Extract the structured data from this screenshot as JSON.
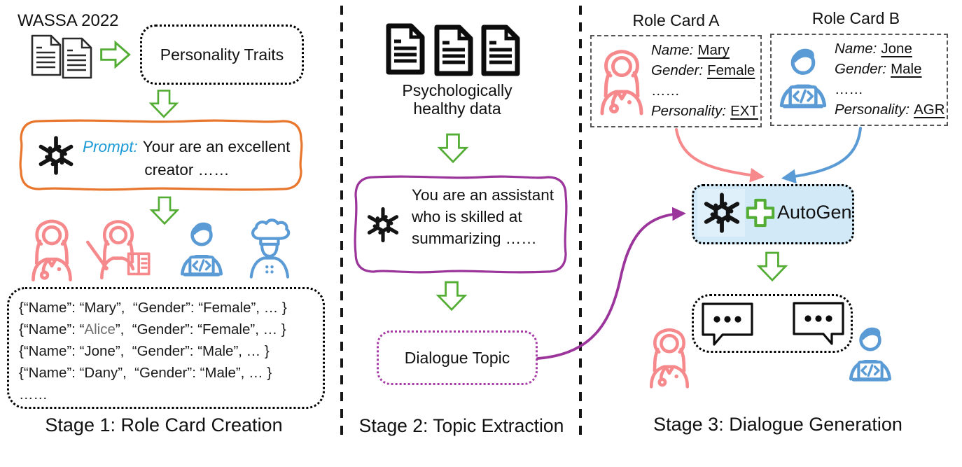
{
  "stage1": {
    "source_label": "WASSA 2022",
    "traits_box_label": "Personality Traits",
    "prompt_prefix": "Prompt:",
    "prompt_line1": "Your are an excellent",
    "prompt_line2": "creator ……",
    "personas": [
      "doctor",
      "teacher",
      "developer",
      "chef"
    ],
    "role_lines": [
      [
        {
          "t": "{“Name”: “Mary”,  “Gender”: “Female”, … }"
        }
      ],
      [
        {
          "t": "{“Name”: “"
        },
        {
          "t": "Alice",
          "muted": true
        },
        {
          "t": "”,  “Gender”: “Female”, … }"
        }
      ],
      [
        {
          "t": "{“Name”: “Jone”,  “Gender”: “Male”, … }"
        }
      ],
      [
        {
          "t": "{“Name”: “Dany”,  “Gender”: “Male”, … }"
        }
      ],
      [
        {
          "t": "……"
        }
      ]
    ],
    "caption": "Stage 1: Role Card Creation"
  },
  "stage2": {
    "data_caption_line1": "Psychologically",
    "data_caption_line2": "healthy data",
    "prompt_lines": [
      "You are an assistant",
      "who is skilled at",
      "summarizing ……"
    ],
    "topic_box_label": "Dialogue Topic",
    "caption": "Stage 2: Topic Extraction"
  },
  "stage3": {
    "card_a_title": "Role Card A",
    "card_b_title": "Role Card B",
    "card_a_fields": [
      {
        "label": "Name:",
        "value": "Mary"
      },
      {
        "label": "Gender:",
        "value": "Female"
      },
      {
        "label": "",
        "value": "……"
      },
      {
        "label": "Personality:",
        "value": "EXT"
      }
    ],
    "card_b_fields": [
      {
        "label": "Name:",
        "value": "Jone"
      },
      {
        "label": "Gender:",
        "value": "Male"
      },
      {
        "label": "",
        "value": "……"
      },
      {
        "label": "Personality:",
        "value": "AGR"
      }
    ],
    "autogen_label": "AutoGen",
    "caption": "Stage 3: Dialogue Generation"
  },
  "colors": {
    "green": "#53AC33",
    "orange": "#E8762D",
    "purple": "#9B359B",
    "pink": "#F5898C",
    "blue": "#5B9BD5",
    "prompt_blue": "#1C9AD6",
    "autogen_bg": "#D2EAF8"
  }
}
